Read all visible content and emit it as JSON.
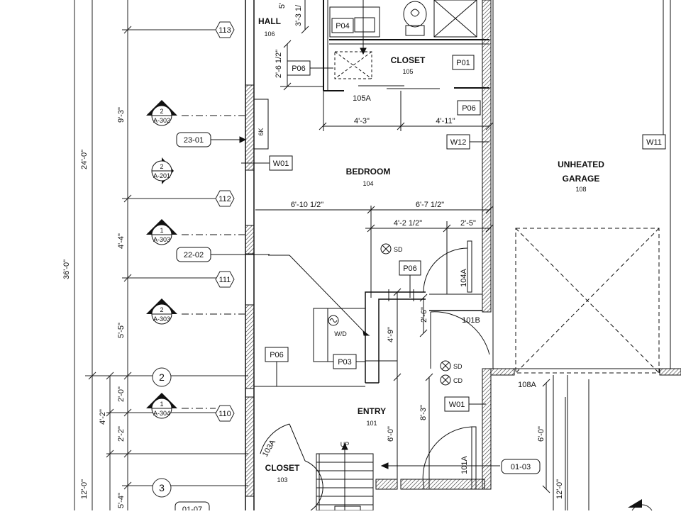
{
  "rooms": {
    "hall": {
      "name": "HALL",
      "number": "106"
    },
    "closet1": {
      "name": "CLOSET",
      "number": "105"
    },
    "bedroom": {
      "name": "BEDROOM",
      "number": "104"
    },
    "garage": {
      "name_line1": "UNHEATED",
      "name_line2": "GARAGE",
      "number": "108"
    },
    "entry": {
      "name": "ENTRY",
      "number": "101"
    },
    "closet2": {
      "name": "CLOSET",
      "number": "103"
    }
  },
  "dimensions": {
    "left_24": "24'-0\"",
    "left_36": "36'-0\"",
    "left_12": "12'-0\"",
    "seg_9_3": "9'-3\"",
    "seg_4_4": "4'-4\"",
    "seg_5_5": "5'-5\"",
    "seg_2_0": "2'-0\"",
    "seg_2_2": "2'-2\"",
    "seg_4_2": "4'-2\"",
    "seg_5_4": "5'-4\"",
    "hall_3_3": "3'-3 1/",
    "hall_5": "5'",
    "cl_2_6": "2'-6 1/2\"",
    "d_4_3": "4'-3\"",
    "d_4_11": "4'-11\"",
    "d_6_10": "6'-10 1/2\"",
    "d_6_7": "6'-7 1/2\"",
    "d_4_2": "4'-2 1/2\"",
    "d_2_5": "2'-5\"",
    "d_2_6": "2'-6\"",
    "d_4_9": "4'-9\"",
    "d_6_0a": "6'-0\"",
    "d_8_3": "8'-3\"",
    "d_6_0b": "6'-0\"",
    "d_12_0": "12'-0\""
  },
  "hex_tags": [
    "113",
    "112",
    "111",
    "110"
  ],
  "circle_tags": [
    "2",
    "3"
  ],
  "section_marks": [
    {
      "num": "2",
      "sheet": "A-302"
    },
    {
      "num": "2",
      "sheet": "A-201"
    },
    {
      "num": "1",
      "sheet": "A-303"
    },
    {
      "num": "2",
      "sheet": "A-303"
    },
    {
      "num": "1",
      "sheet": "A-304"
    }
  ],
  "box_tags": {
    "p04": "P04",
    "p06_closet": "P06",
    "p01": "P01",
    "p06_right": "P06",
    "w12": "W12",
    "w11": "W11",
    "w01_left": "W01",
    "p06_bed": "P06",
    "p03": "P03",
    "p06_entry": "P06",
    "w01_entry": "W01"
  },
  "rounded_tags": {
    "t2301": "23-01",
    "t2202": "22-02",
    "t0103": "01-03",
    "t0107": "01-07"
  },
  "door_labels": {
    "d105a": "105A",
    "d104a": "104A",
    "d101b": "101B",
    "d108a": "108A",
    "d103a": "103A",
    "d101a": "101A"
  },
  "fixtures": {
    "wd": "W/D",
    "sd1": "SD",
    "sd2": "SD",
    "cd": "CD",
    "up": "UP",
    "k6": "6K"
  }
}
